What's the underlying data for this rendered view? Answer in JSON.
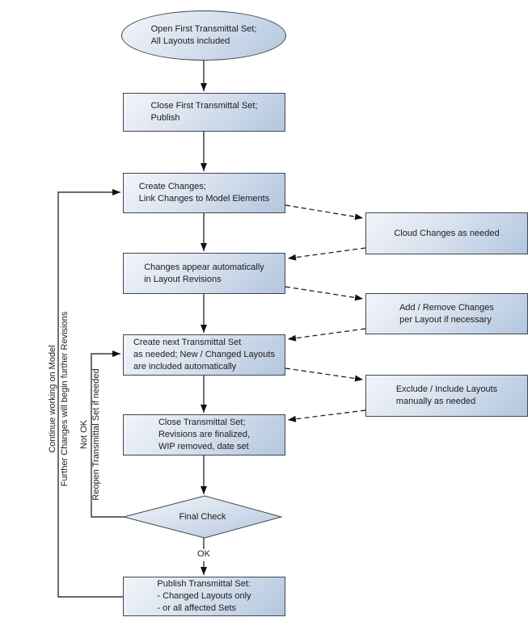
{
  "diagram": {
    "type": "flowchart",
    "background": "#ffffff"
  },
  "colors": {
    "node_fill_light": "#f2f5fa",
    "node_fill_dark": "#b2c6de",
    "node_border": "#40464e",
    "text": "#1c1c1c",
    "connector": "#111111"
  },
  "nodes": {
    "start": {
      "shape": "ellipse",
      "text": "Open First Transmittal Set;\nAll Layouts included"
    },
    "close_first": {
      "shape": "box",
      "text": "Close First Transmittal Set;\nPublish"
    },
    "create_changes": {
      "shape": "box",
      "text": "Create Changes;\nLink Changes to Model Elements"
    },
    "changes_appear": {
      "shape": "box",
      "text": "Changes appear automatically\nin Layout Revisions"
    },
    "create_next": {
      "shape": "box",
      "text": "Create next Transmittal Set\n as needed; New / Changed Layouts\nare included automatically"
    },
    "close_set": {
      "shape": "box",
      "text": "Close Transmittal Set;\nRevisions are finalized,\nWIP removed, date set"
    },
    "final_check": {
      "shape": "diamond",
      "text": "Final Check"
    },
    "publish": {
      "shape": "box",
      "text": "Publish Transmittal Set:\n- Changed Layouts only\n- or all affected Sets"
    },
    "cloud_changes": {
      "shape": "box",
      "text": "Cloud Changes as needed"
    },
    "add_remove": {
      "shape": "box",
      "text": "Add / Remove Changes\nper Layout if necessary"
    },
    "exclude_include": {
      "shape": "box",
      "text": "Exclude / Include Layouts\nmanually as needed"
    }
  },
  "labels": {
    "ok": "OK",
    "loop_outer_line1": "Continue working on Model",
    "loop_outer_line2": "Further Changes will begin further Revisions",
    "loop_inner_line1": "Not OK",
    "loop_inner_line2": "Reopen Transmittal Set if needed"
  }
}
